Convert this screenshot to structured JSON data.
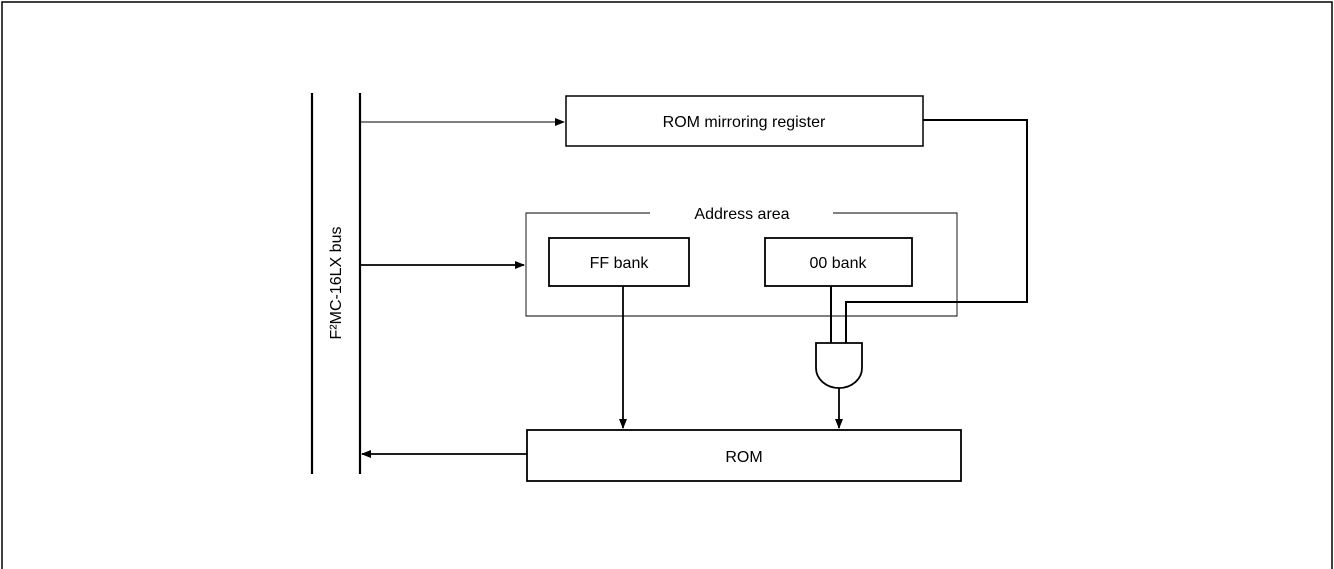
{
  "diagram": {
    "bus_label": "F²MC-16LX bus",
    "rom_mirroring_register": "ROM mirroring register",
    "address_area": "Address area",
    "ff_bank": "FF bank",
    "00_bank": "00 bank",
    "rom": "ROM"
  },
  "colors": {
    "stroke": "#000000",
    "background": "#ffffff"
  }
}
